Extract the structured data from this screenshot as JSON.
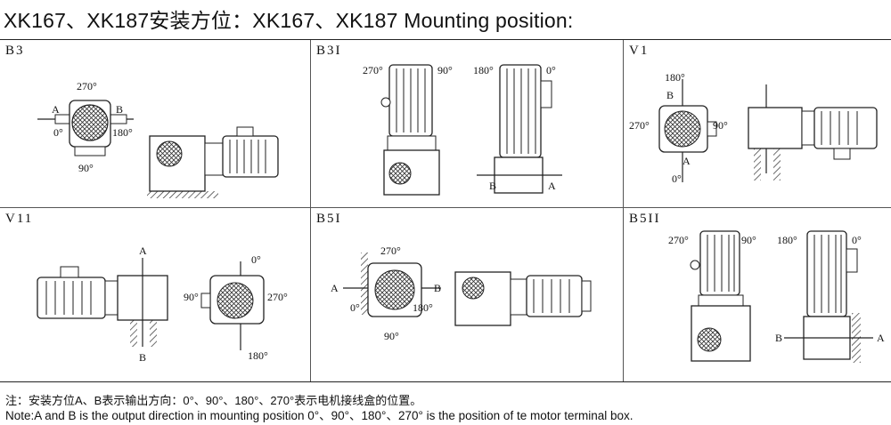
{
  "title": "XK167、XK187安装方位：XK167、XK187 Mounting position:",
  "cells": [
    {
      "label": "B3",
      "angles": {
        "top": "270°",
        "left": "0°",
        "right": "180°",
        "bottom": "90°"
      },
      "a": "A",
      "b": "B"
    },
    {
      "label": "B3I",
      "angles": {
        "a": "270°",
        "b": "90°",
        "c": "180°",
        "d": "0°"
      },
      "a": "A",
      "b": "B"
    },
    {
      "label": "V1",
      "angles": {
        "top": "180°",
        "left": "270°",
        "right": "90°",
        "bottom": "0°"
      },
      "a": "A",
      "b": "B"
    },
    {
      "label": "V11",
      "angles": {
        "top": "0°",
        "left": "90°",
        "right": "270°",
        "bottom": "180°"
      },
      "a": "A",
      "b": "B"
    },
    {
      "label": "B5I",
      "angles": {
        "top": "270°",
        "left": "0°",
        "right": "180°",
        "bottom": "90°"
      },
      "a": "A",
      "b": "B"
    },
    {
      "label": "B5II",
      "angles": {
        "a": "270°",
        "b": "90°",
        "c": "180°",
        "d": "0°"
      },
      "a": "A",
      "b": "B"
    }
  ],
  "notes": {
    "line1": "注：安装方位A、B表示输出方向：0°、90°、180°、270°表示电机接线盒的位置。",
    "line2": "Note:A and B is the output direction in mounting position 0°、90°、180°、270° is the position of te motor terminal box."
  }
}
